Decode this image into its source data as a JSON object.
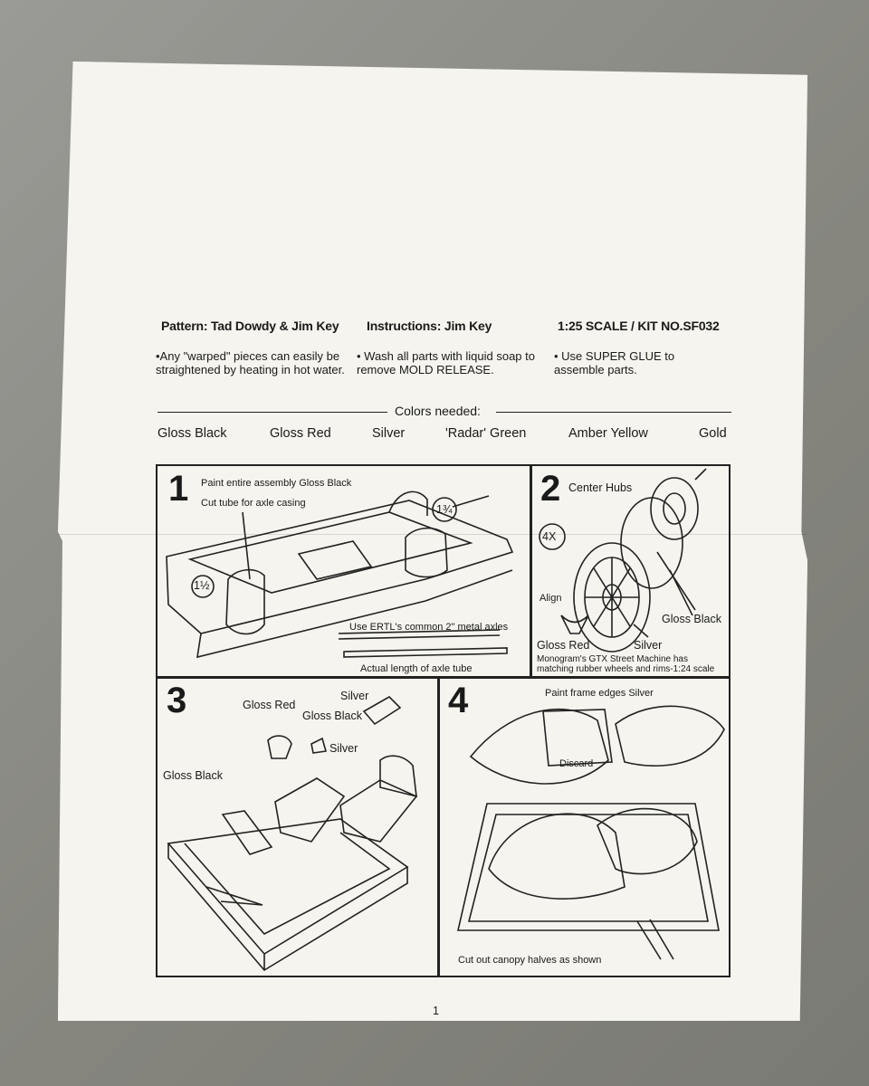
{
  "header": {
    "pattern": "Pattern: Tad Dowdy & Jim Key",
    "instructions": "Instructions: Jim Key",
    "scale": "1:25 SCALE / KIT NO.SF032"
  },
  "notes": [
    "•Any \"warped\" pieces can easily be straightened by heating in hot water.",
    "• Wash all parts with liquid soap to remove MOLD RELEASE.",
    "• Use SUPER GLUE to assemble parts."
  ],
  "colors_title": "Colors needed:",
  "colors": [
    "Gloss Black",
    "Gloss Red",
    "Silver",
    "'Radar' Green",
    "Amber Yellow",
    "Gold"
  ],
  "steps": {
    "s1": {
      "num": "1",
      "line1": "Paint entire assembly Gloss Black",
      "line2": "Cut tube for axle casing",
      "dim1": "1¾",
      "dim2": "1½",
      "axles": "Use ERTL's common 2\" metal axles",
      "tube": "Actual length of axle tube"
    },
    "s2": {
      "num": "2",
      "hubs": "Center Hubs",
      "qty": "4X",
      "align": "Align",
      "gloss_black": "Gloss Black",
      "gloss_red": "Gloss Red",
      "silver": "Silver",
      "note": "Monogram's GTX Street Machine has matching rubber wheels and rims-1:24 scale"
    },
    "s3": {
      "num": "3",
      "silver_top": "Silver",
      "gloss_red": "Gloss Red",
      "gloss_black_top": "Gloss Black",
      "silver_mid": "Silver",
      "gloss_black_left": "Gloss Black"
    },
    "s4": {
      "num": "4",
      "frame": "Paint frame edges Silver",
      "discard": "Discard",
      "cutout": "Cut out canopy halves as shown"
    }
  },
  "page_number": "1"
}
